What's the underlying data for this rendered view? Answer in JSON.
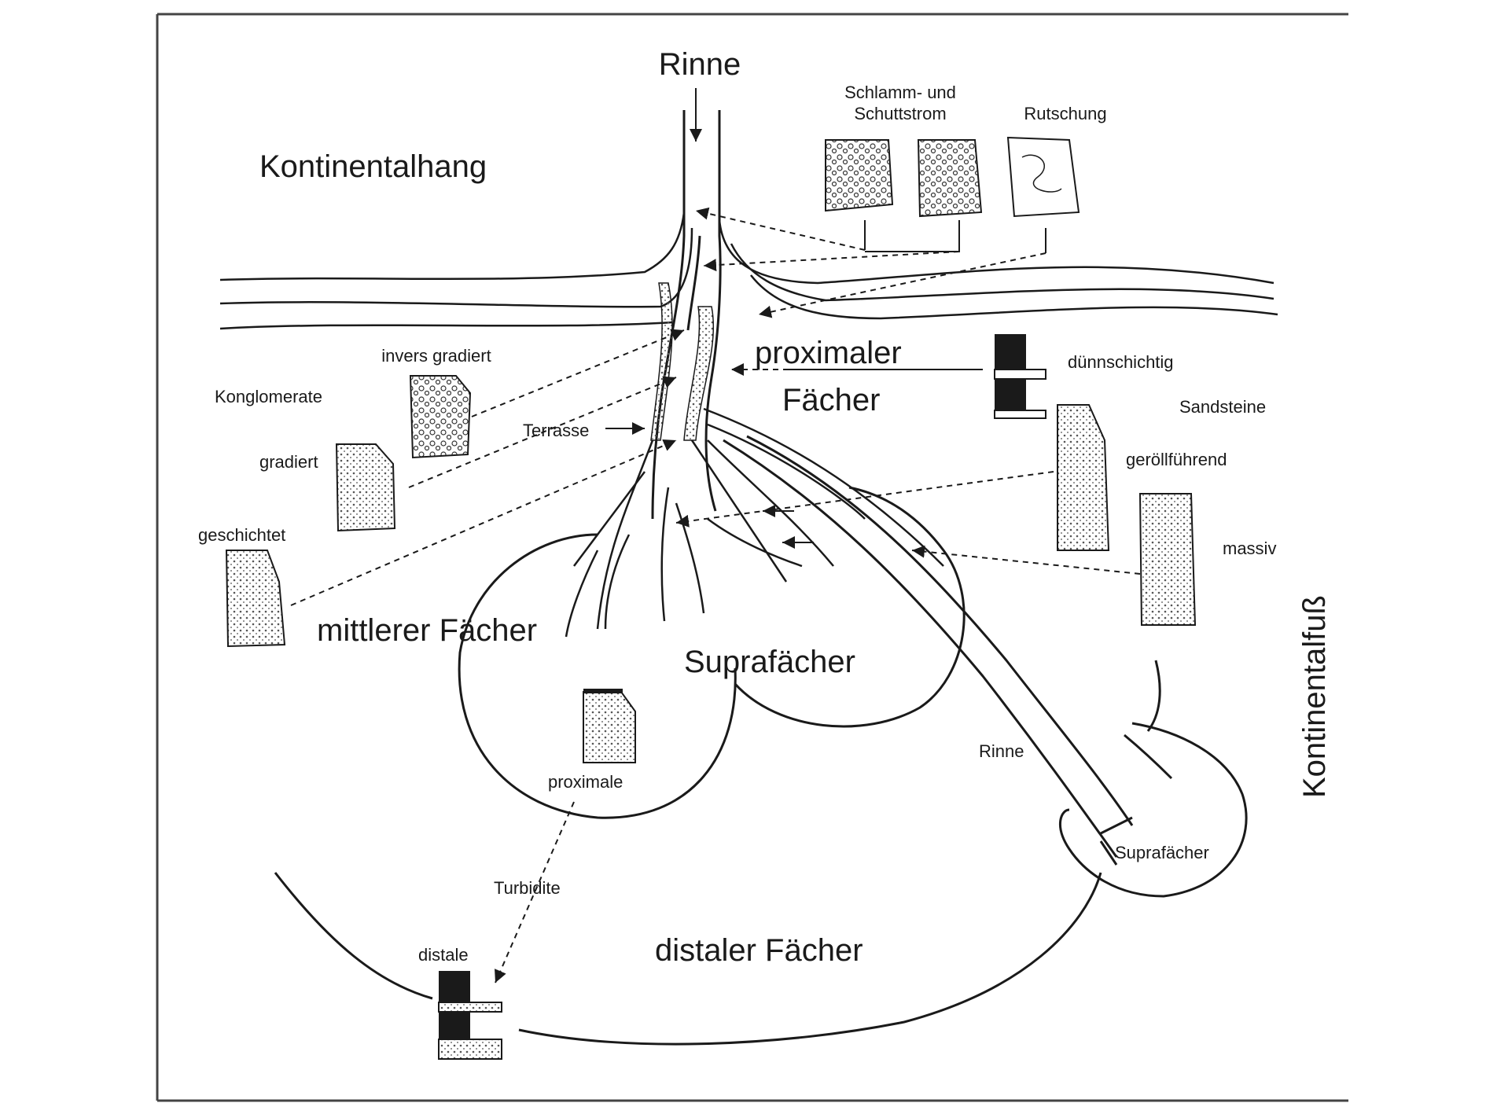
{
  "labels": {
    "rinne_top": "Rinne",
    "kontinentalhang": "Kontinentalhang",
    "schlamm_1": "Schlamm- und",
    "schlamm_2": "Schuttstrom",
    "rutschung": "Rutschung",
    "invers_gradiert": "invers gradiert",
    "konglomerate": "Konglomerate",
    "gradiert": "gradiert",
    "geschichtet": "geschichtet",
    "terrasse": "Terrasse",
    "proximaler": "proximaler",
    "faecher_prox": "Fächer",
    "duennschichtig": "dünnschichtig",
    "sandsteine": "Sandsteine",
    "geroellfuehrend": "geröllführend",
    "massiv": "massiv",
    "kontinentalfuss": "Kontinentalfuß",
    "mittlerer_faecher": "mittlerer Fächer",
    "suprafaecher_center": "Suprafächer",
    "rinne_lower": "Rinne",
    "proximale": "proximale",
    "suprafaecher_right": "Suprafächer",
    "turbidite": "Turbidite",
    "distale": "distale",
    "distaler_faecher": "distaler Fächer"
  },
  "colors": {
    "ink": "#1a1a1a",
    "background": "#ffffff",
    "stipple": "#888888"
  }
}
